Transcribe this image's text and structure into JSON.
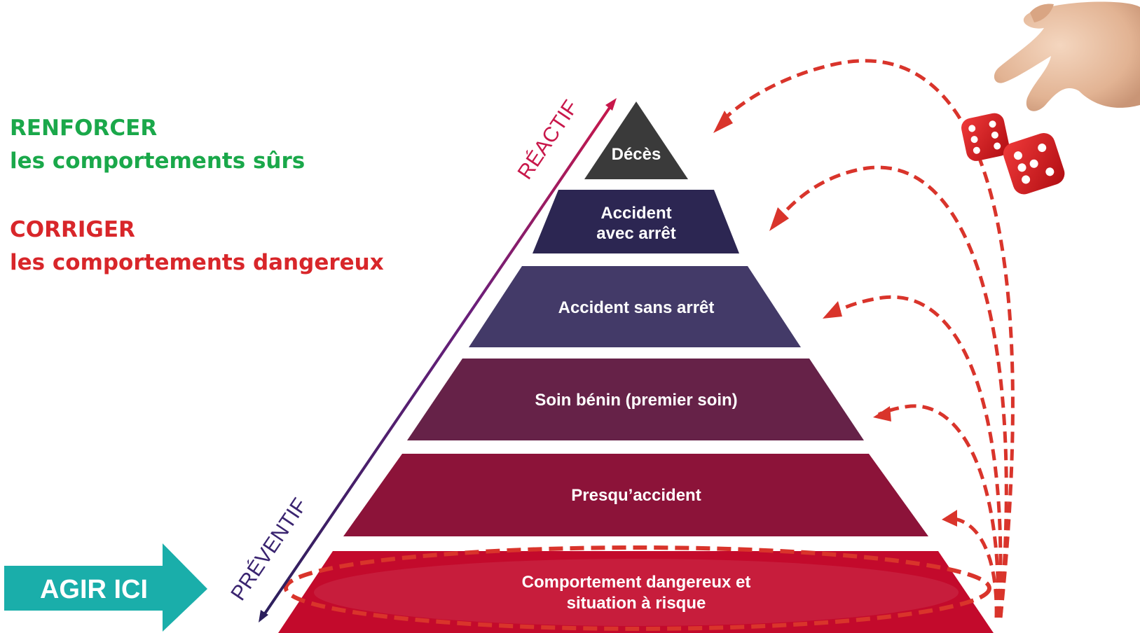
{
  "reinforce": {
    "title": "RENFORCER",
    "subtitle": "les comportements sûrs"
  },
  "correct": {
    "title": "CORRIGER",
    "subtitle": "les comportements dangereux"
  },
  "action_arrow": {
    "label": "AGIR ICI"
  },
  "axis": {
    "top_label": "RÉACTIF",
    "bottom_label": "PRÉVENTIF"
  },
  "pyramid": {
    "levels": [
      {
        "lines": [
          "Décès"
        ],
        "color": "#3a3a3a"
      },
      {
        "lines": [
          "Accident",
          "avec arrêt"
        ],
        "color": "#2c2652"
      },
      {
        "lines": [
          "Accident sans arrêt"
        ],
        "color": "#433a68"
      },
      {
        "lines": [
          "Soin bénin (premier soin)"
        ],
        "color": "#662248"
      },
      {
        "lines": [
          "Presqu’accident"
        ],
        "color": "#8c1339"
      },
      {
        "lines": [
          "Comportement dangereux et",
          "situation à risque"
        ],
        "color": "#c30a2c"
      }
    ]
  },
  "colors": {
    "dashed_arrows": "#d9342b",
    "action_arrow": "#1aaeaa",
    "green": "#1aa84a",
    "red": "#d8262a"
  }
}
